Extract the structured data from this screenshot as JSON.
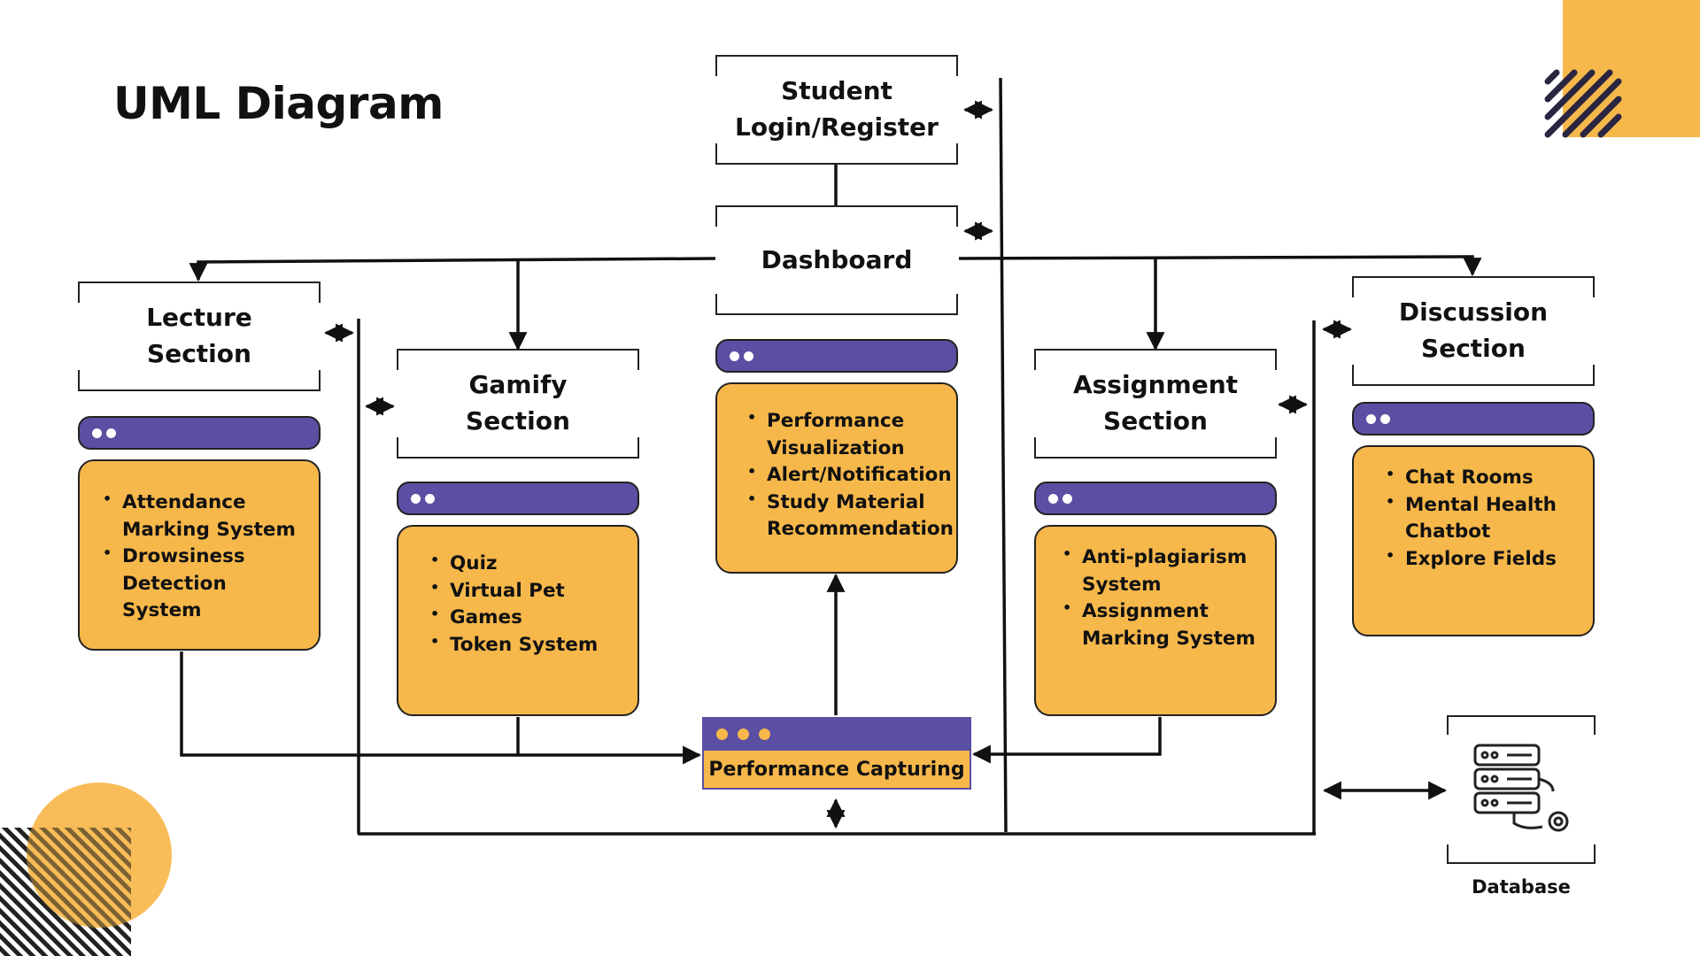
{
  "title": "UML Diagram",
  "accent_colors": {
    "purple": "#5b4fa3",
    "orange": "#f7b84b",
    "line": "#111111"
  },
  "nodes": {
    "student": {
      "line1": "Student",
      "line2": "Login/Register"
    },
    "dashboard": {
      "label": "Dashboard"
    },
    "lecture": {
      "line1": "Lecture",
      "line2": "Section"
    },
    "gamify": {
      "line1": "Gamify",
      "line2": "Section"
    },
    "assignment": {
      "line1": "Assignment",
      "line2": "Section"
    },
    "discussion": {
      "line1": "Discussion",
      "line2": "Section"
    }
  },
  "features": {
    "lecture": [
      "Attendance Marking System",
      "Drowsiness Detection System"
    ],
    "gamify": [
      "Quiz",
      "Virtual Pet",
      "Games",
      "Token System"
    ],
    "dashboard": [
      "Performance Visualization",
      "Alert/Notification",
      "Study Material Recommendation"
    ],
    "assignment": [
      "Anti-plagiarism System",
      "Assignment Marking System"
    ],
    "discussion": [
      "Chat Rooms",
      "Mental Health Chatbot",
      "Explore Fields"
    ]
  },
  "performance": {
    "label": "Performance Capturing"
  },
  "database": {
    "label": "Database",
    "icon": "database-server-icon"
  }
}
